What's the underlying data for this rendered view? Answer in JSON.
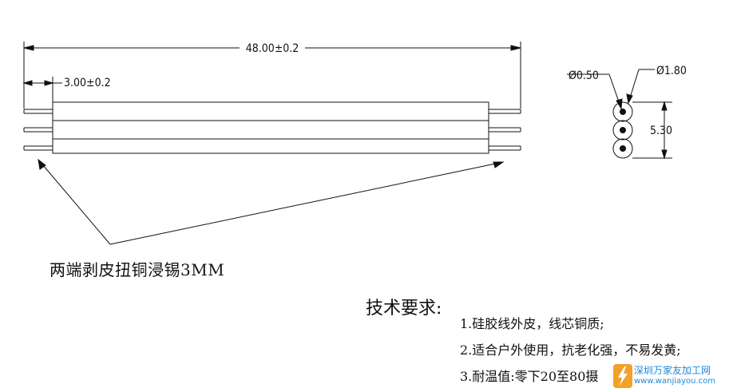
{
  "dimensions": {
    "total_length": "48.00±0.2",
    "strip_length": "3.00±0.2",
    "conductor_diameter": "Ø0.50",
    "outer_diameter": "Ø1.80",
    "total_height": "5.30"
  },
  "notes": {
    "strip_note": "两端剥皮扭铜浸锡3MM"
  },
  "requirements": {
    "title": "技术要求:",
    "items": [
      "1.硅胶线外皮，线芯铜质;",
      "2.适合户外使用，抗老化强，不易发黄;",
      "3.耐温值:零下20至80摄"
    ]
  },
  "watermark": {
    "name": "深圳万家友加工网",
    "url": "www.wanjiayou.com",
    "color": "#1e88d6"
  }
}
